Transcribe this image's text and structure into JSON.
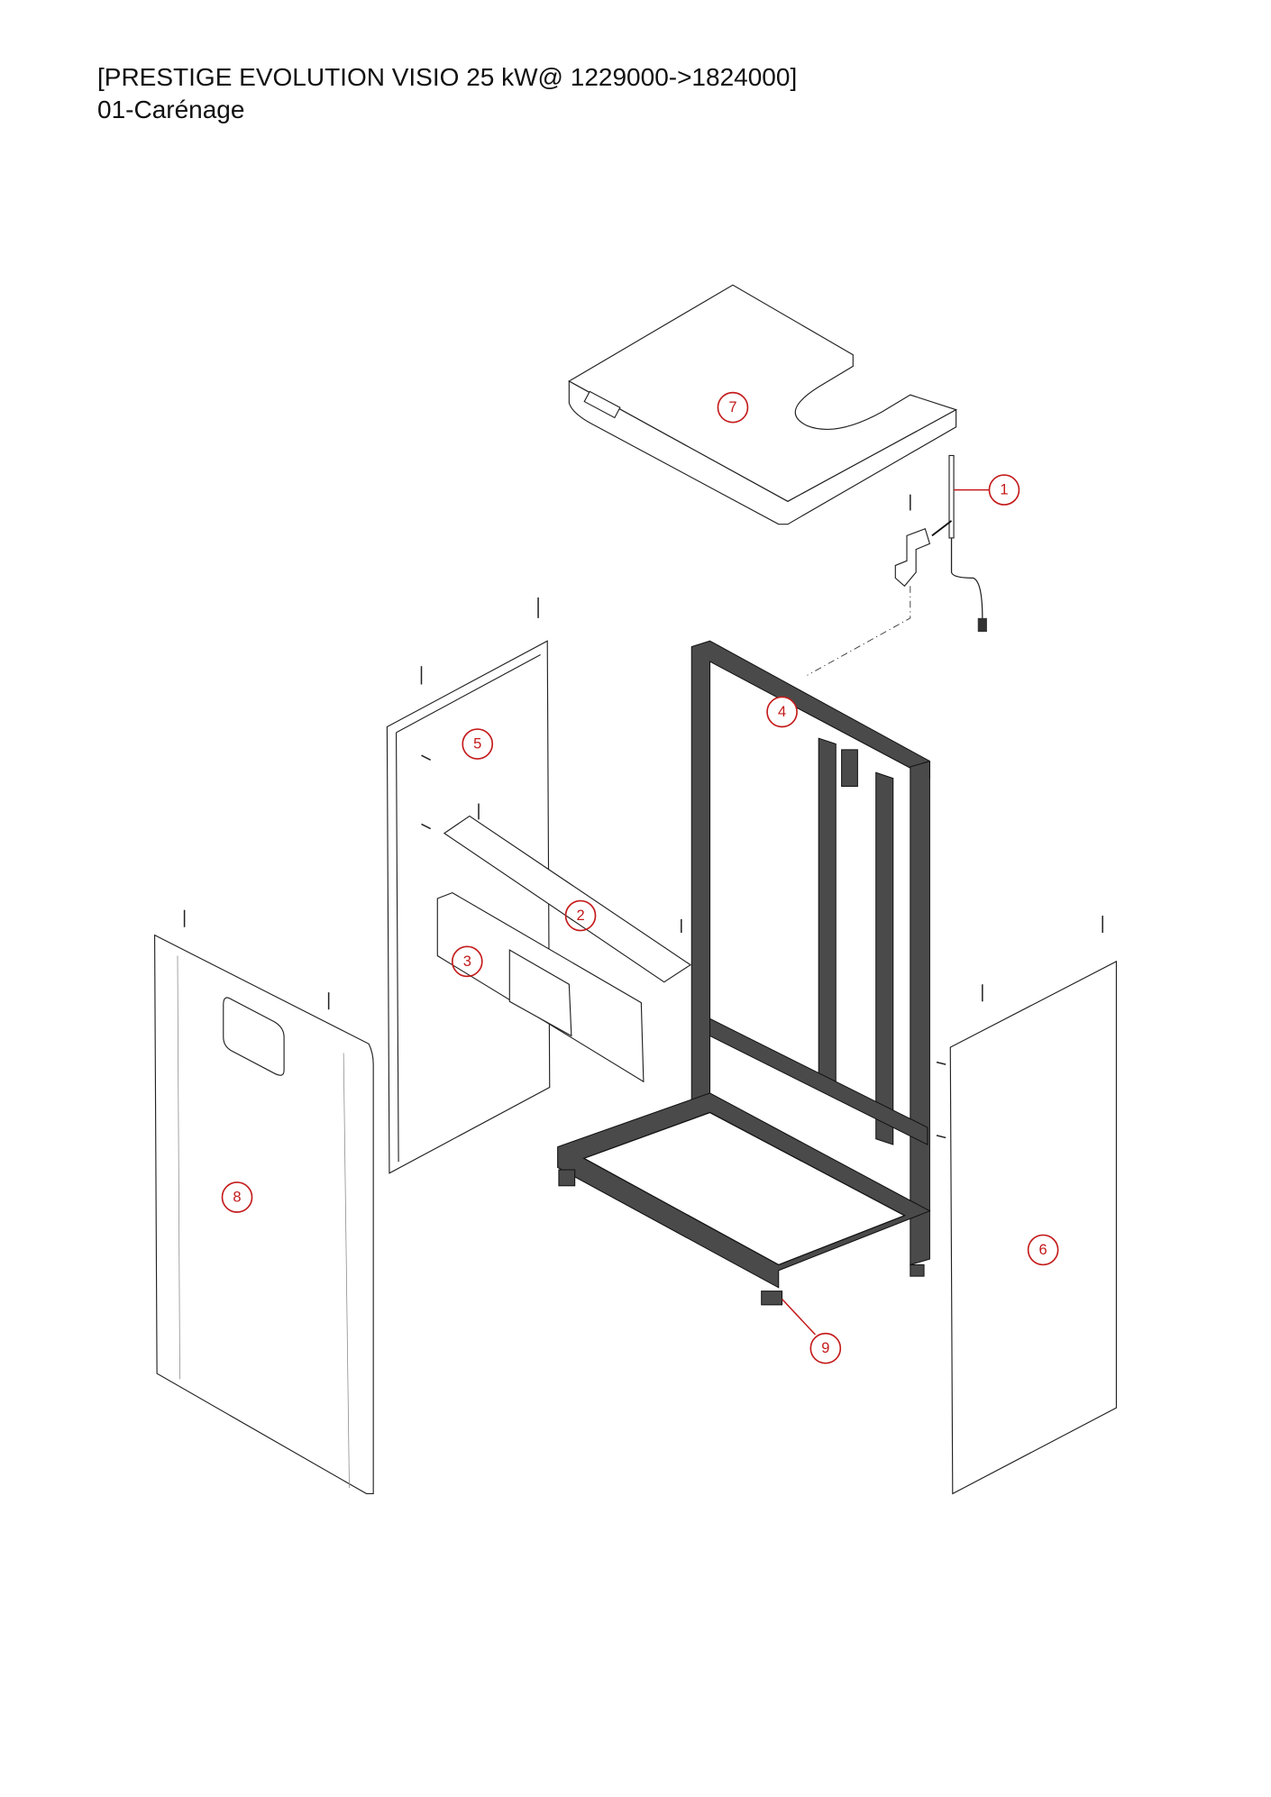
{
  "header": {
    "title": "[PRESTIGE EVOLUTION VISIO 25 kW@ 1229000->1824000]",
    "subtitle": "01-Carénage"
  },
  "callouts": [
    "1",
    "2",
    "3",
    "4",
    "5",
    "6",
    "7",
    "8",
    "9"
  ]
}
